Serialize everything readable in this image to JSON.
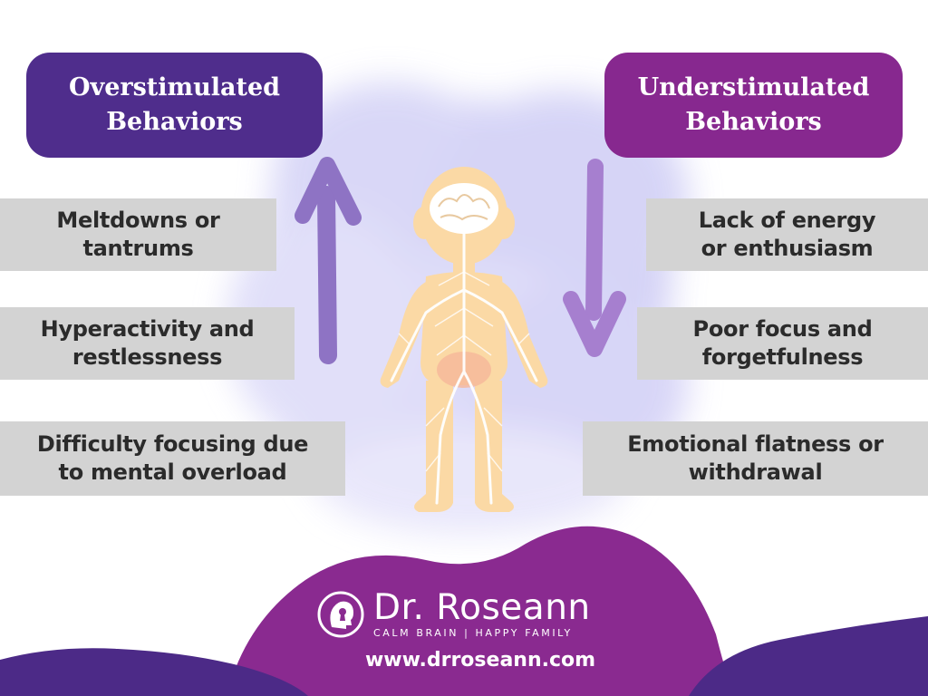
{
  "colors": {
    "overstimulated_header": "#4f2d8c",
    "understimulated_header": "#87288f",
    "item_background": "#d3d3d3",
    "item_text": "#2b2b2b",
    "arrow": "#8e73c4",
    "cloud": "#c7c6f2",
    "figure": "#fbd9a5",
    "footer_purple": "#8a2a90",
    "footer_dark": "#4c2a87"
  },
  "overstimulated": {
    "title_line1": "Overstimulated",
    "title_line2": "Behaviors",
    "arrow_icon": "up-arrow-icon",
    "items": [
      "Meltdowns or\ntantrums",
      "Hyperactivity and\nrestlessness",
      "Difficulty focusing due\nto mental overload"
    ]
  },
  "understimulated": {
    "title_line1": "Understimulated",
    "title_line2": "Behaviors",
    "arrow_icon": "down-arrow-icon",
    "items": [
      "Lack of energy\nor enthusiasm",
      "Poor focus and\nforgetfulness",
      "Emotional flatness or\nwithdrawal"
    ]
  },
  "illustration": {
    "icon": "child-nervous-system-icon"
  },
  "brand": {
    "logo_icon": "head-keyhole-logo-icon",
    "name": "Dr. Roseann",
    "tagline": "CALM BRAIN | HAPPY FAMILY",
    "url": "www.drroseann.com"
  }
}
